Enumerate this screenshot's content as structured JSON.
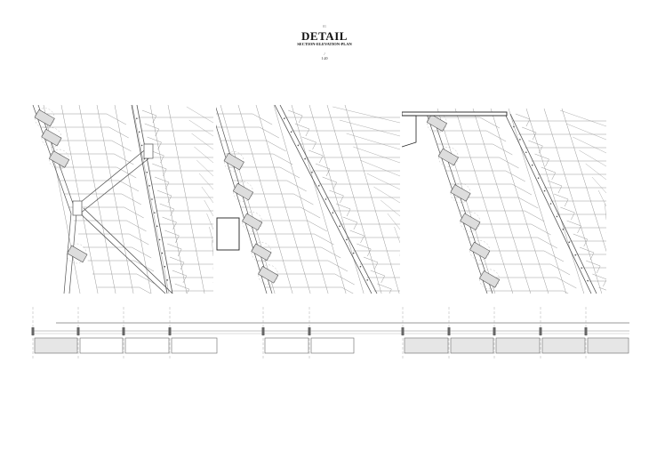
{
  "sheet": {
    "mark": "01",
    "title": "DETAIL",
    "subtitle": "SECTION-ELEVATION-PLAN",
    "divider": "/",
    "scale": "1:20"
  },
  "colors": {
    "line": "#555555",
    "light": "#9a9a9a",
    "dash": "#aaaaaa"
  }
}
